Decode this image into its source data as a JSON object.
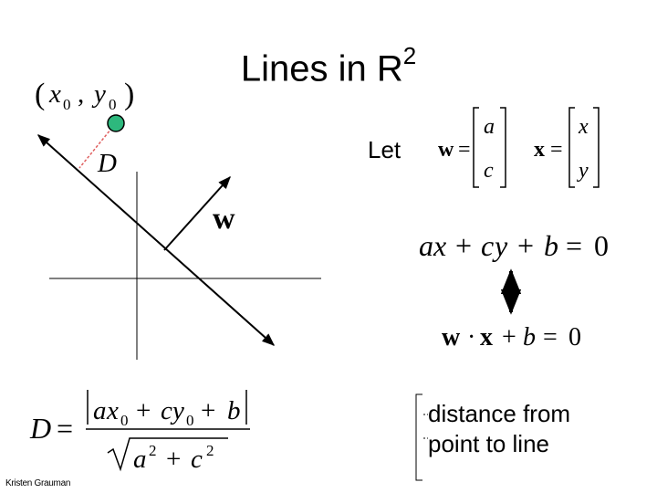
{
  "title": {
    "main": "Lines in R",
    "superscript": "2"
  },
  "diagram": {
    "point_label": {
      "open": "(",
      "x": "x",
      "sub0a": "0",
      "comma": ",",
      "y": "y",
      "sub0b": "0",
      "close": ")"
    },
    "distance_label": "D",
    "normal_label": "w",
    "point_color": "#2db87d",
    "dash_color": "#e06060"
  },
  "let_text": "Let",
  "vector_w": {
    "name": "w",
    "eq": "=",
    "top": "a",
    "bottom": "c"
  },
  "vector_x": {
    "name": "x",
    "eq": "=",
    "top": "x",
    "bottom": "y"
  },
  "equation1": {
    "a": "a",
    "x": "x",
    "plus1": "+",
    "c": "c",
    "y": "y",
    "plus2": "+",
    "b": "b",
    "eq": "=",
    "zero": "0"
  },
  "equation2": {
    "w": "w",
    "dot": "·",
    "x": "x",
    "plus": "+",
    "b": "b",
    "eq": "=",
    "zero": "0"
  },
  "distance_formula": {
    "D": "D",
    "eq": "=",
    "a": "a",
    "x": "x",
    "sub0a": "0",
    "plus1": "+",
    "c": "c",
    "y": "y",
    "sub0b": "0",
    "plus2": "+",
    "b": "b",
    "den_a": "a",
    "exp1": "2",
    "den_plus": "+",
    "den_c": "c",
    "exp2": "2"
  },
  "caption": {
    "line1": "distance from",
    "line2": "point to line"
  },
  "credit": "Kristen Grauman"
}
